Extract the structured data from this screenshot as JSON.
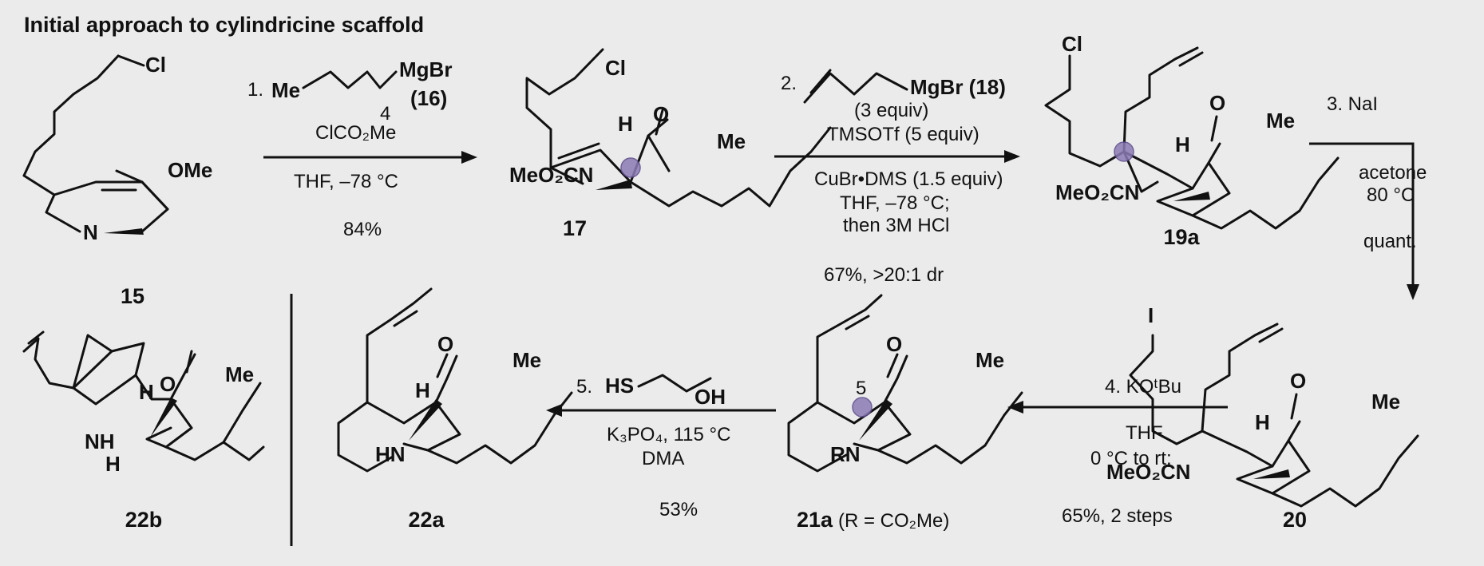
{
  "title": "Initial approach to cylindricine scaffold",
  "compounds": {
    "c15": "15",
    "c17": "17",
    "c19a": "19a",
    "c20": "20",
    "c21a": "21a",
    "c21a_note": "(R = CO₂Me)",
    "c22a": "22a",
    "c22b": "22b"
  },
  "atoms": {
    "cl": "Cl",
    "ome": "OMe",
    "n": "N",
    "me": "Me",
    "o": "O",
    "h": "H",
    "i": "I",
    "hn": "HN",
    "nh": "NH",
    "rn": "RN",
    "meo2cn": "MeO₂CN",
    "mgbr": "MgBr",
    "hs": "HS",
    "oh": "OH",
    "five": "5",
    "four": "4"
  },
  "step1": {
    "prefix": "1.",
    "reagent_label": "(16)",
    "line2": "ClCO₂Me",
    "line3": "THF, –78 °C",
    "yield": "84%"
  },
  "step2": {
    "prefix": "2.",
    "reagent_label": "MgBr (18)",
    "line1": "(3 equiv)",
    "line2": "TMSOTf (5 equiv)",
    "line3": "CuBr•DMS (1.5 equiv)",
    "line4": "THF, –78 °C;",
    "line5": "then 3M HCl",
    "yield": "67%, >20:1 dr"
  },
  "step3": {
    "line1": "3. NaI",
    "line2": "acetone",
    "line3": "80 °C",
    "yield": "quant."
  },
  "step4": {
    "line1": "4. KOᵗBu",
    "line2": "THF",
    "line3": "0 °C to rt;",
    "yield": "65%, 2 steps"
  },
  "step5": {
    "prefix": "5.",
    "line2": "K₃PO₄, 115 °C",
    "line3": "DMA",
    "yield": "53%"
  }
}
